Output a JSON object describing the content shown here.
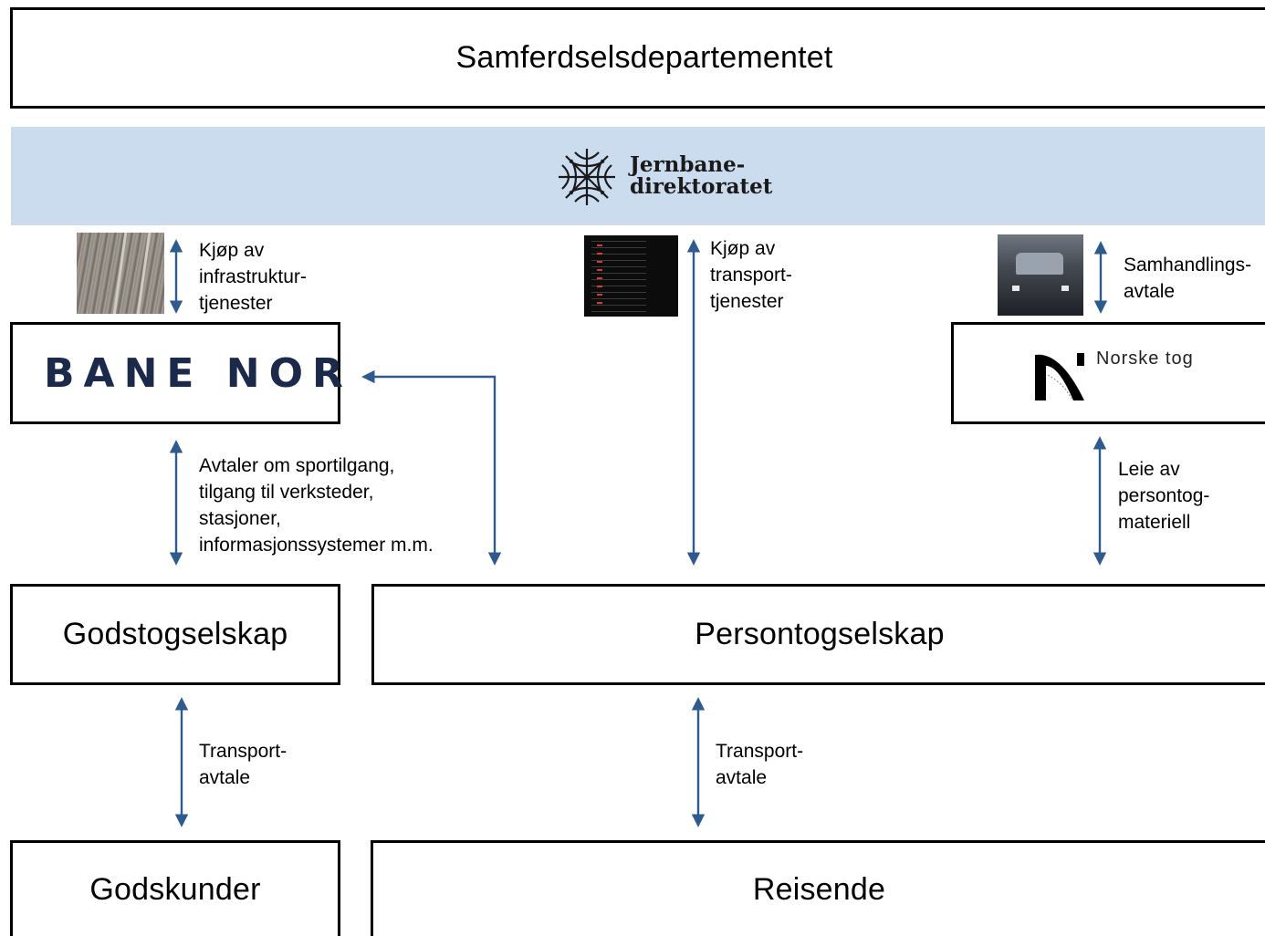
{
  "nodes": {
    "ministry": "Samferdselsdepartementet",
    "directorate": [
      "Jernbane-",
      "direktoratet"
    ],
    "infrastructure": "BANE NOR",
    "rolling_stock": "Norske tog",
    "freight_operators": "Godstogselskap",
    "passenger_operators": "Persontogselskap",
    "freight_customers": "Godskunder",
    "travellers": "Reisende"
  },
  "relations": {
    "infrastructure_purchase": [
      "Kjøp av",
      "infrastruktur-",
      "tjenester"
    ],
    "transport_purchase": [
      "Kjøp av",
      "transport-",
      "tjenester"
    ],
    "cooperation": [
      "Samhandlings-",
      "avtale"
    ],
    "track_access": [
      "Avtaler om sportilgang,",
      "tilgang til verksteder,",
      "stasjoner,",
      "informasjonssystemer m.m."
    ],
    "rolling_stock_lease": [
      "Leie av",
      "persontog-",
      "materiell"
    ],
    "freight_transport": [
      "Transport-",
      "avtale"
    ],
    "passenger_transport": [
      "Transport-",
      "avtale"
    ]
  },
  "colors": {
    "arrow": "#2f5a8f",
    "band": "#ccdcef",
    "bane_nor": "#1b2a4a"
  }
}
